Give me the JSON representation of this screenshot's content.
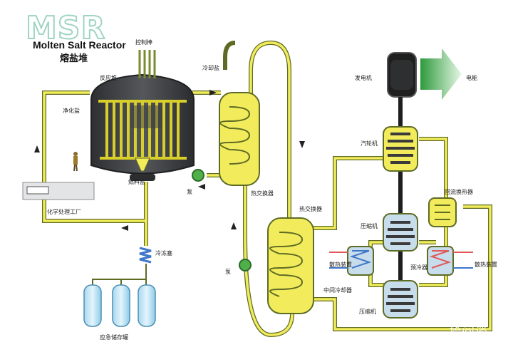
{
  "logo": {
    "abbr": "MSR",
    "title": "Molten Salt Reactor",
    "title_cn": "熔盐堆"
  },
  "labels": {
    "control_rods": "控制棒",
    "reactor_core": "反应堆",
    "purifier": "净化盐",
    "cooling_salt": "冷却盐",
    "fuel_salt": "燃料盐",
    "pump1": "泵",
    "heat_exchanger1": "热交换器",
    "heat_exchanger2": "热交换器",
    "chemical_plant": "化学处理工厂",
    "freeze_plug": "冷冻塞",
    "emergency_tanks": "应急储存罐",
    "pump2": "泵",
    "generator": "发电机",
    "electricity": "电能",
    "turbine": "汽轮机",
    "recuperator": "回流换热器",
    "compressor1": "压缩机",
    "heat_sink_left": "散热装置",
    "precooler": "预冷器",
    "heat_sink_right": "散热装置",
    "intercooler": "中间冷却器",
    "compressor2": "压缩机"
  },
  "watermark": "拾阅谈",
  "colors": {
    "salt_yellow": "#f2ec5c",
    "pipe_outline": "#5d6b24",
    "vessel": "#3b3d40",
    "tank_blue": "#bfe3f5",
    "arrow_green": "#3fb04f",
    "pump_green": "#4fb04a",
    "hot_red": "#e05a5a",
    "cold_blue": "#3f77c9"
  }
}
